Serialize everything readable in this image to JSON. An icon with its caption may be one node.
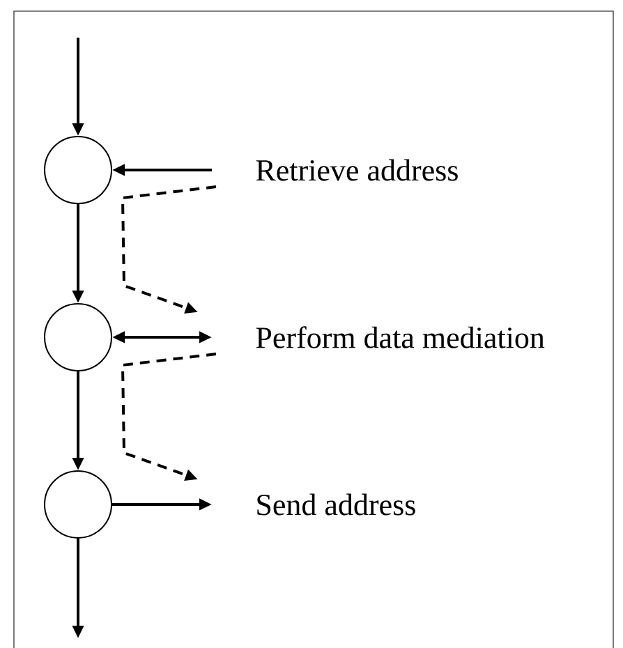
{
  "diagram": {
    "nodes": [
      {
        "text": [],
        "shape": "circle"
      },
      {
        "text": [],
        "shape": "circle"
      },
      {
        "text": [],
        "shape": "circle"
      },
      {
        "text": [
          "Retrieve address"
        ]
      },
      {
        "text": [
          "Perform data mediation"
        ]
      },
      {
        "text": [
          "Send address"
        ]
      }
    ],
    "edges": [
      {
        "from": null,
        "to": 0,
        "arrow": "to"
      },
      {
        "from": 0,
        "to": 1,
        "arrow": "to"
      },
      {
        "from": 1,
        "to": 2,
        "arrow": "to"
      },
      {
        "from": 2,
        "to": null,
        "arrow": "to"
      },
      {
        "from": 3,
        "to": 0,
        "arrow": "to"
      },
      {
        "from": 1,
        "to": 4,
        "arrow": "both"
      },
      {
        "from": 2,
        "to": 5,
        "arrow": "to"
      },
      {
        "from": 3,
        "to": 4,
        "arrow": "to",
        "style": "dashed"
      },
      {
        "from": 4,
        "to": 5,
        "arrow": "to",
        "style": "dashed"
      }
    ]
  }
}
